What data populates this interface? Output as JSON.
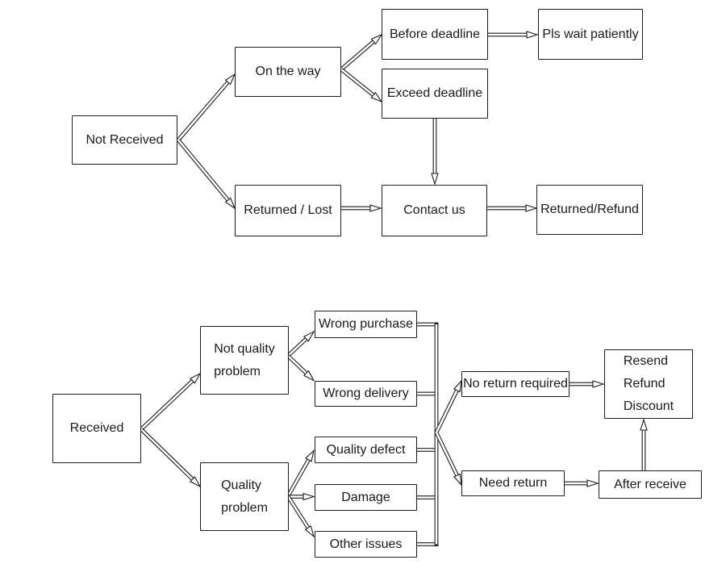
{
  "diagram": {
    "background_color": "#ffffff",
    "line_color": "#1c1c1c",
    "box_fill": "#ffffff",
    "nodes": {
      "not_received": {
        "label": "Not Received"
      },
      "on_the_way": {
        "label": "On the way"
      },
      "before_deadline": {
        "label": "Before deadline"
      },
      "pls_wait_patiently": {
        "label": "Pls wait patiently"
      },
      "exceed_deadline": {
        "label": "Exceed deadline"
      },
      "returned_lost": {
        "label": "Returned / Lost"
      },
      "contact_us": {
        "label": "Contact us"
      },
      "returned_refund": {
        "label": "Returned/Refund"
      },
      "received": {
        "label": "Received"
      },
      "not_quality_problem": {
        "lines": [
          "Not quality",
          "problem"
        ]
      },
      "quality_problem": {
        "lines": [
          "Quality",
          "problem"
        ]
      },
      "wrong_purchase": {
        "label": "Wrong purchase"
      },
      "wrong_delivery": {
        "label": "Wrong delivery"
      },
      "quality_defect": {
        "label": "Quality defect"
      },
      "damage": {
        "label": "Damage"
      },
      "other_issues": {
        "label": "Other issues"
      },
      "no_return_required": {
        "label": "No return required"
      },
      "need_return": {
        "label": "Need return"
      },
      "after_receive": {
        "label": "After receive"
      },
      "resend_refund_discount": {
        "lines": [
          "Resend",
          "Refund",
          "Discount"
        ]
      }
    },
    "edges": [
      {
        "from": "Not Received",
        "to": "On the way"
      },
      {
        "from": "Not Received",
        "to": "Returned / Lost"
      },
      {
        "from": "On the way",
        "to": "Before deadline"
      },
      {
        "from": "On the way",
        "to": "Exceed deadline"
      },
      {
        "from": "Before deadline",
        "to": "Pls wait patiently"
      },
      {
        "from": "Exceed deadline",
        "to": "Contact us"
      },
      {
        "from": "Returned / Lost",
        "to": "Contact us"
      },
      {
        "from": "Contact us",
        "to": "Returned/Refund"
      },
      {
        "from": "Received",
        "to": "Not quality problem"
      },
      {
        "from": "Received",
        "to": "Quality problem"
      },
      {
        "from": "Not quality problem",
        "to": "Wrong purchase"
      },
      {
        "from": "Not quality problem",
        "to": "Wrong delivery"
      },
      {
        "from": "Quality problem",
        "to": "Quality defect"
      },
      {
        "from": "Quality problem",
        "to": "Damage"
      },
      {
        "from": "Quality problem",
        "to": "Other issues"
      },
      {
        "from": "Wrong purchase",
        "to": "junction"
      },
      {
        "from": "Wrong delivery",
        "to": "junction"
      },
      {
        "from": "Quality defect",
        "to": "junction"
      },
      {
        "from": "Damage",
        "to": "junction"
      },
      {
        "from": "Other issues",
        "to": "junction"
      },
      {
        "from": "junction",
        "to": "No return required"
      },
      {
        "from": "junction",
        "to": "Need return"
      },
      {
        "from": "No return required",
        "to": "Resend/Refund/Discount"
      },
      {
        "from": "Need return",
        "to": "After receive"
      },
      {
        "from": "After receive",
        "to": "Resend/Refund/Discount"
      }
    ]
  }
}
